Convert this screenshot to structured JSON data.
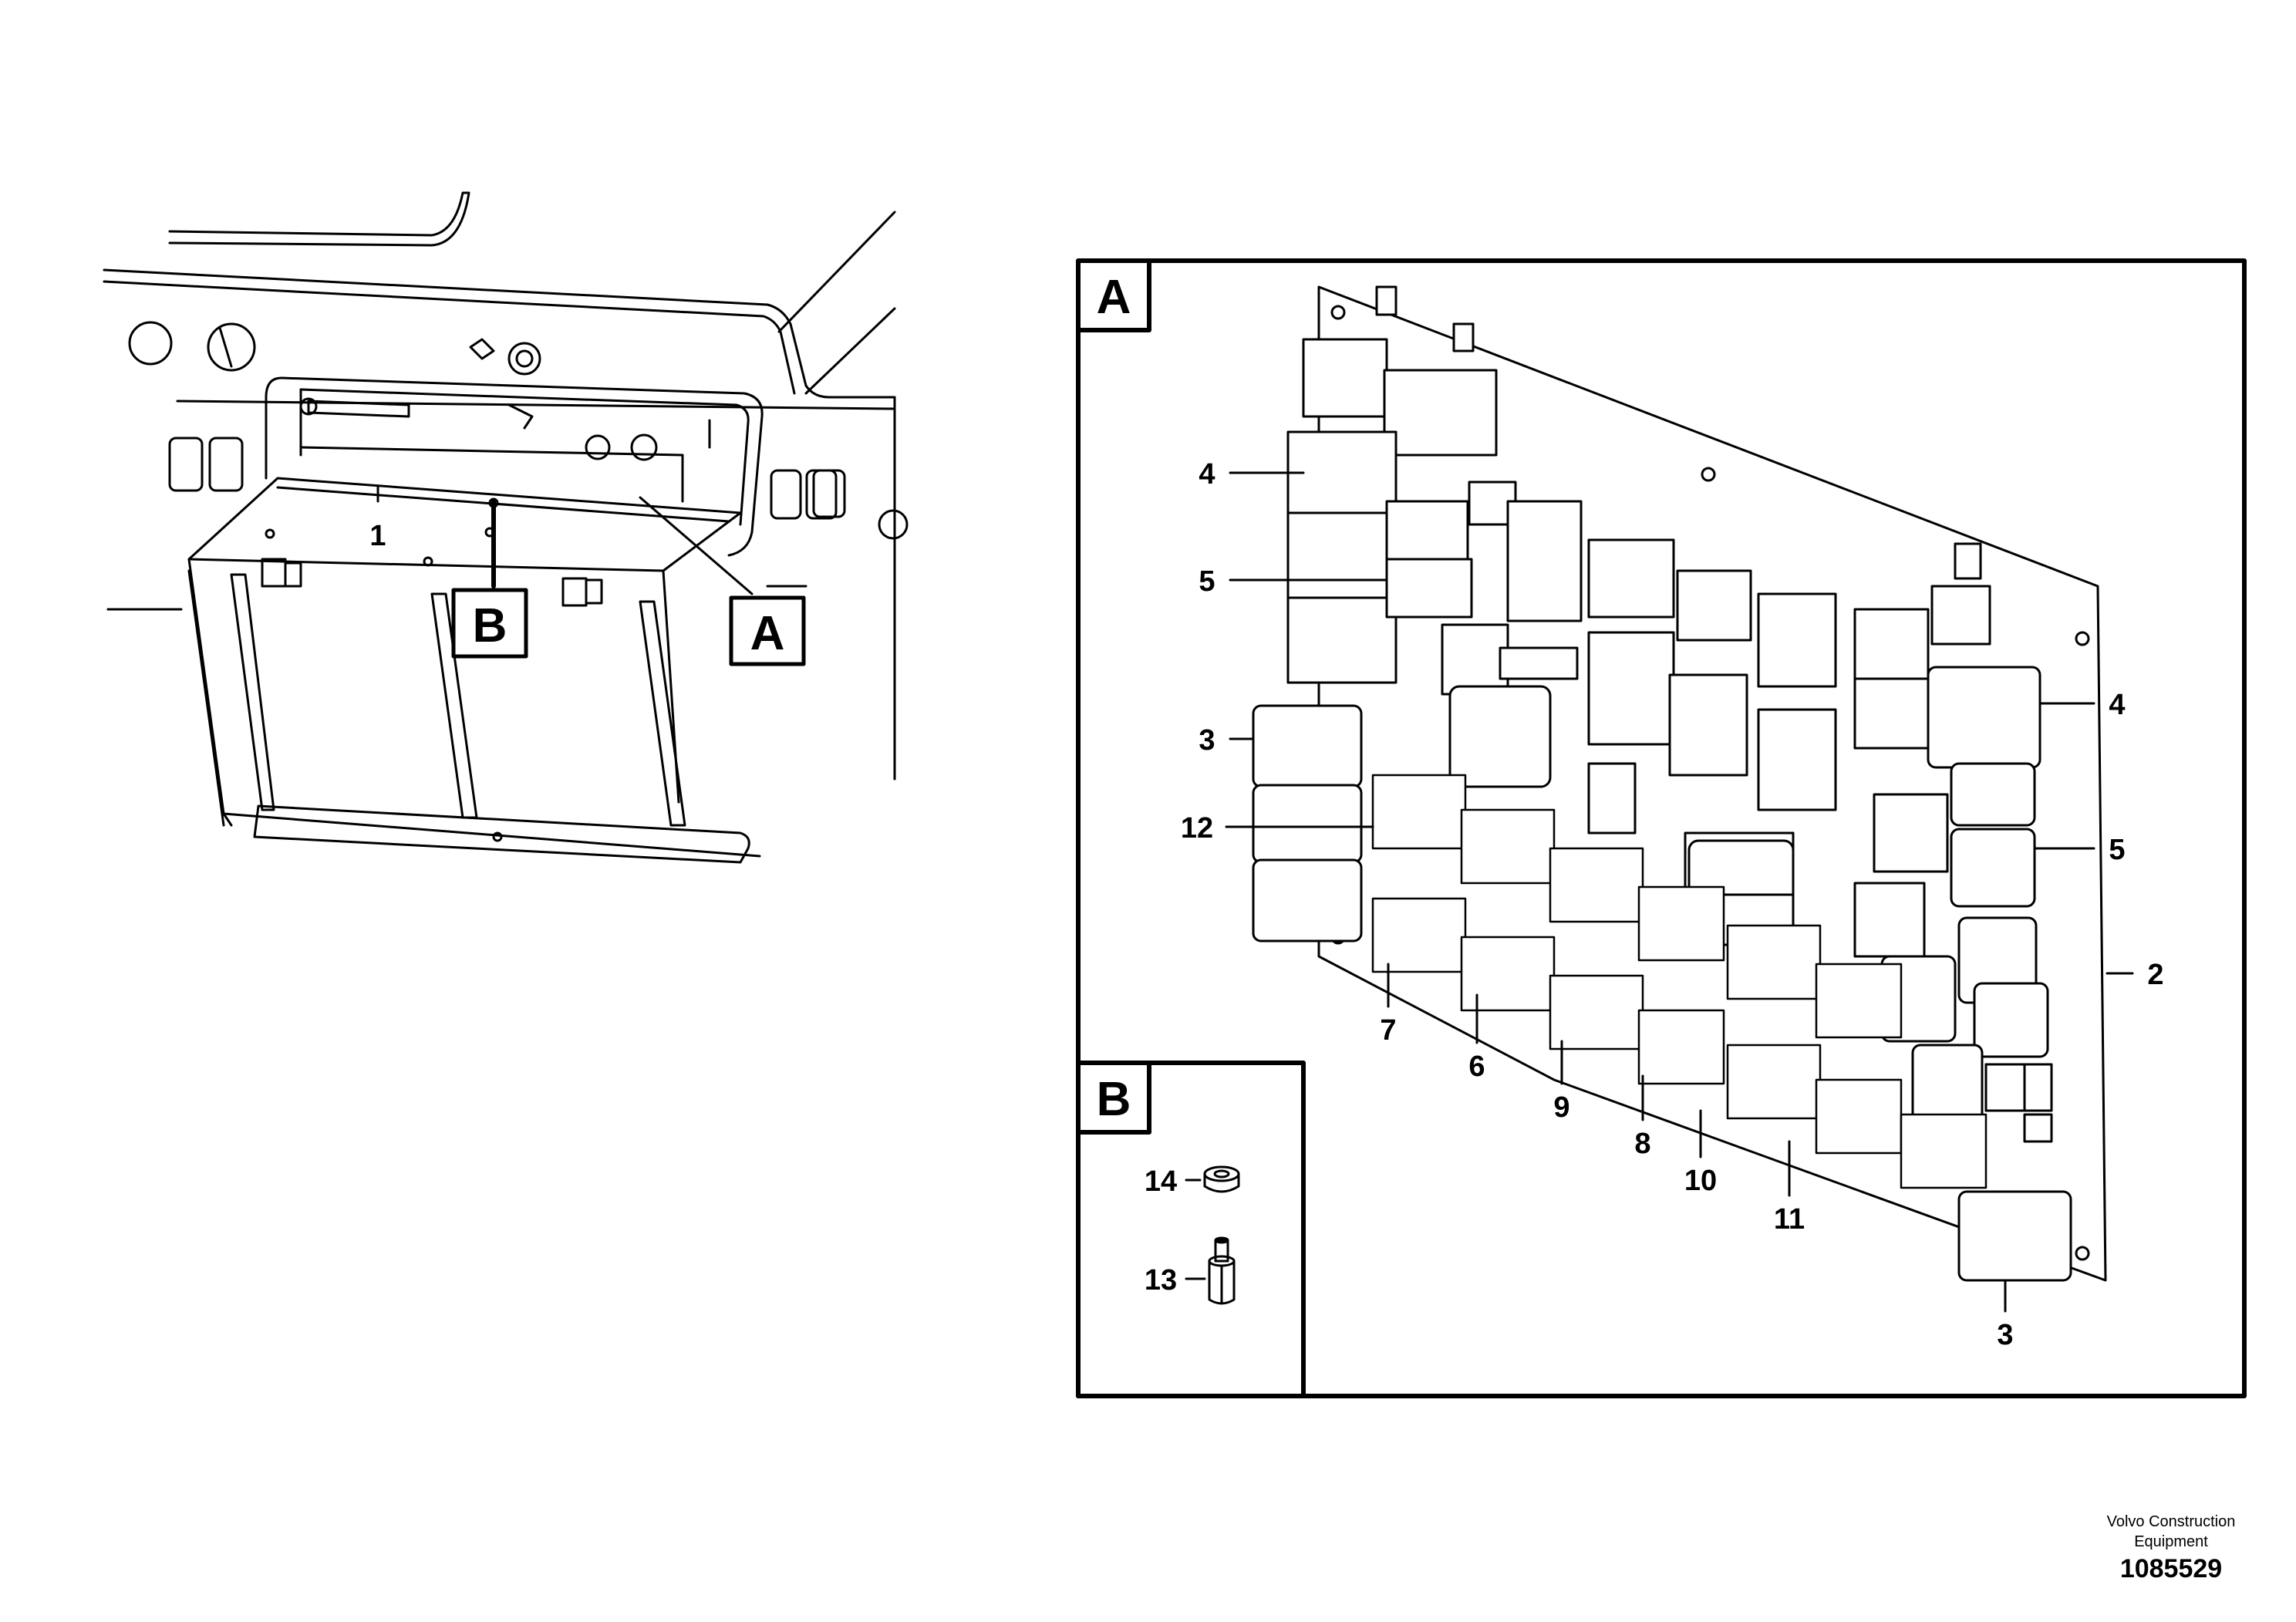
{
  "overview": {
    "callouts": [
      "1"
    ],
    "detail_flags": [
      "A",
      "B"
    ]
  },
  "detail_a": {
    "label": "A",
    "callouts": [
      "4",
      "5",
      "3",
      "12",
      "4",
      "5",
      "2",
      "7",
      "6",
      "9",
      "8",
      "10",
      "11",
      "3"
    ]
  },
  "detail_b": {
    "label": "B",
    "callouts": [
      "14",
      "13"
    ]
  },
  "footer": {
    "company": "Volvo Construction Equipment",
    "drawing_number": "1085529"
  }
}
